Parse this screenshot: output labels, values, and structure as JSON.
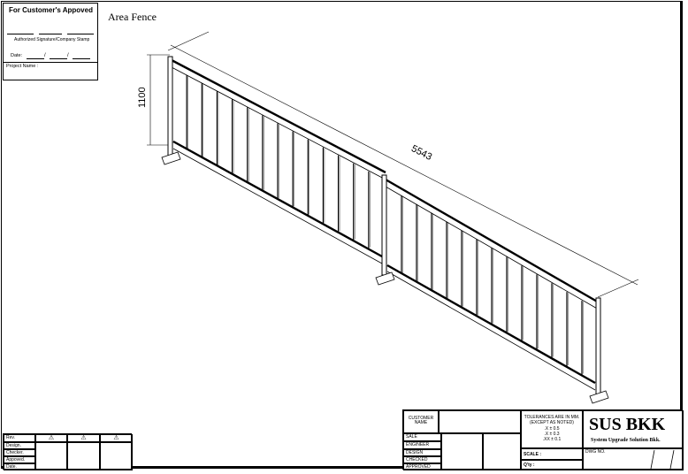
{
  "approval": {
    "title": "For Customer's  Appoved",
    "signature_label": "Authorized Signature/Company Stamp",
    "date_label": "Date:",
    "project_label": "Project Name :"
  },
  "drawing": {
    "title": "Area Fence",
    "dim_length": "5543",
    "dim_height": "1100"
  },
  "revision_table": {
    "labels": [
      "Rev.",
      "Design.",
      "Checker.",
      "Appoved.",
      "Date."
    ],
    "symbol": "⚠"
  },
  "title_block": {
    "customer_label": "CUSTOMER\nNAME",
    "roles": [
      "SALE",
      "ENGINEER",
      "DESIGN",
      "CHECKED",
      "APPROVED"
    ],
    "tolerances": {
      "header": "TOLERANCES ARE IN MM.",
      "note": "(EXCEPT AS NOTED)",
      "x": ".X   ±  0.5",
      "xx": ".X   ±  0.3",
      "xxx": ".XX  ±  0.1"
    },
    "scale_label": "SCALE :",
    "qty_label": "Q'ty :",
    "company": "SUS BKK",
    "company_full": "System Upgrade Solution Bkk.",
    "dwg_label": "DWG NO."
  }
}
